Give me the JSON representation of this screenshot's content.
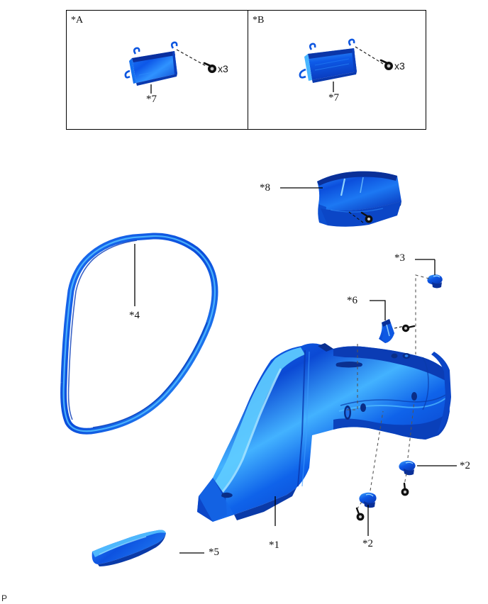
{
  "diagram": {
    "type": "exploded-parts-diagram",
    "subject": "Rear side trim panel assembly",
    "background_color": "#ffffff",
    "part_color_dark": "#0a3fd0",
    "part_color_mid": "#1565f0",
    "part_color_light": "#55c3ff",
    "line_color": "#000000",
    "corner_mark": "P"
  },
  "detail_panels": [
    {
      "tag": "*A",
      "part_callout": "*7",
      "fastener_qty": "x3",
      "fastener_icon": "screw-icon"
    },
    {
      "tag": "*B",
      "part_callout": "*7",
      "fastener_qty": "x3",
      "fastener_icon": "screw-icon"
    }
  ],
  "callouts": [
    {
      "id": "c8",
      "label": "*8"
    },
    {
      "id": "c4",
      "label": "*4"
    },
    {
      "id": "c6",
      "label": "*6"
    },
    {
      "id": "c3",
      "label": "*3"
    },
    {
      "id": "c1",
      "label": "*1"
    },
    {
      "id": "c2r",
      "label": "*2"
    },
    {
      "id": "c2b",
      "label": "*2"
    },
    {
      "id": "c5",
      "label": "*5"
    }
  ]
}
